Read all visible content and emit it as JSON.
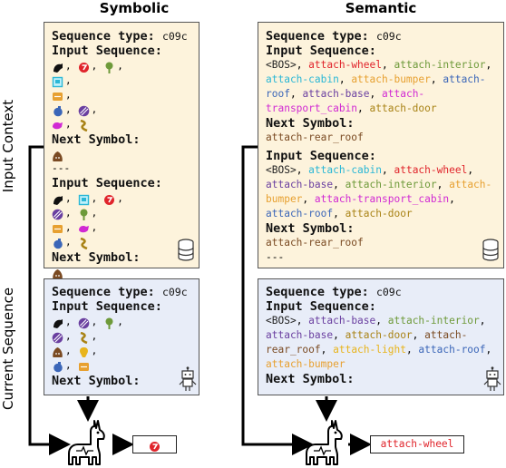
{
  "headers": {
    "symbolic": "Symbolic",
    "semantic": "Semantic"
  },
  "side_labels": {
    "input_context": "Input Context",
    "current_sequence": "Current Sequence"
  },
  "labels": {
    "sequence_type": "Sequence type:",
    "sequence_value": "c09c",
    "input_sequence": "Input Sequence:",
    "next_symbol": "Next Symbol:",
    "ellipsis": "---"
  },
  "semantic": {
    "context_seq1": [
      {
        "t": "<BOS>",
        "c": "#222222"
      },
      {
        "t": "attach-wheel",
        "c": "#e0242b"
      },
      {
        "t": "attach-interior",
        "c": "#6e9a3a"
      },
      {
        "t": "attach-cabin",
        "c": "#2ab7d6"
      },
      {
        "t": "attach-bumper",
        "c": "#e7a030"
      },
      {
        "t": "attach-roof",
        "c": "#3b66b8"
      },
      {
        "t": "attach-base",
        "c": "#6a3fa0"
      },
      {
        "t": "attach-transport_cabin",
        "c": "#d12ad3"
      },
      {
        "t": "attach-door",
        "c": "#a98316"
      }
    ],
    "context_next1": {
      "t": "attach-rear_roof",
      "c": "#7a4a22"
    },
    "context_seq2": [
      {
        "t": "<BOS>",
        "c": "#222222"
      },
      {
        "t": "attach-cabin",
        "c": "#2ab7d6"
      },
      {
        "t": "attach-wheel",
        "c": "#e0242b"
      },
      {
        "t": "attach-base",
        "c": "#6a3fa0"
      },
      {
        "t": "attach-interior",
        "c": "#6e9a3a"
      },
      {
        "t": "attach-bumper",
        "c": "#e7a030"
      },
      {
        "t": "attach-transport_cabin",
        "c": "#d12ad3"
      },
      {
        "t": "attach-roof",
        "c": "#3b66b8"
      },
      {
        "t": "attach-door",
        "c": "#a98316"
      }
    ],
    "context_next2": {
      "t": "attach-rear_roof",
      "c": "#7a4a22"
    },
    "current_seq": [
      {
        "t": "<BOS>",
        "c": "#222222"
      },
      {
        "t": "attach-base",
        "c": "#6a3fa0"
      },
      {
        "t": "attach-interior",
        "c": "#6e9a3a"
      },
      {
        "t": "attach-base",
        "c": "#6a3fa0"
      },
      {
        "t": "attach-door",
        "c": "#a98316"
      },
      {
        "t": "attach-rear_roof",
        "c": "#7a4a22"
      },
      {
        "t": "attach-light",
        "c": "#e8b41c"
      },
      {
        "t": "attach-roof",
        "c": "#3b66b8"
      },
      {
        "t": "attach-bumper",
        "c": "#e7a030"
      }
    ],
    "output": {
      "t": "attach-wheel",
      "c": "#e0242b"
    }
  },
  "icon_colors": {
    "wheel": "#e0242b",
    "interior": "#6e9a3a",
    "cabin": "#2ab7d6",
    "bumper": "#e7a030",
    "roof": "#3b66b8",
    "base": "#6a3fa0",
    "transport_cabin": "#d12ad3",
    "door": "#a98316",
    "rear_roof": "#7a4a22",
    "light": "#e8b41c",
    "black": "#111111"
  }
}
